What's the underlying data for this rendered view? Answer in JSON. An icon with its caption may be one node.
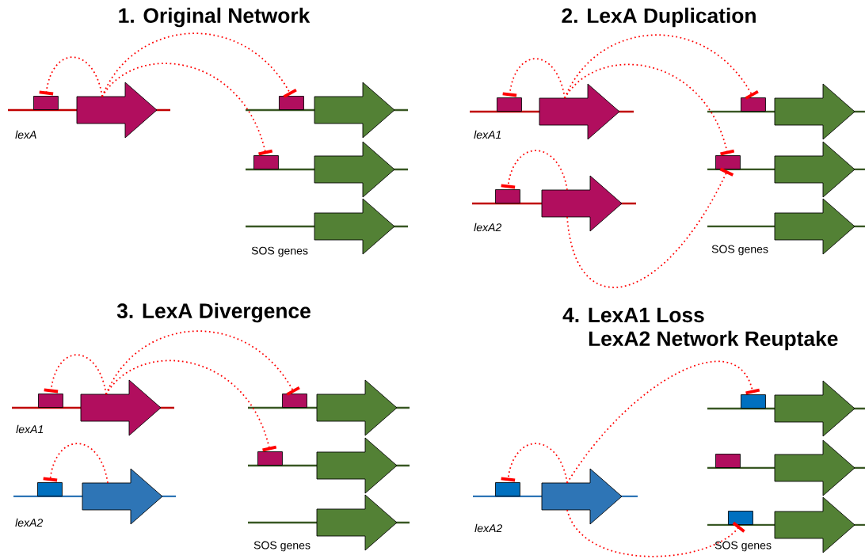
{
  "diagram": {
    "nodes": [
      {
        "text": [],
        "shape": "box"
      },
      {
        "text": [],
        "shape": "arrow"
      },
      {
        "text": [],
        "shape": "box"
      },
      {
        "text": [],
        "shape": "arrow"
      },
      {
        "text": [],
        "shape": "box"
      },
      {
        "text": [],
        "shape": "arrow"
      },
      {
        "text": [],
        "shape": "arrow"
      },
      {
        "text": [],
        "shape": "box"
      },
      {
        "text": [],
        "shape": "arrow"
      },
      {
        "text": [],
        "shape": "box"
      },
      {
        "text": [],
        "shape": "arrow"
      },
      {
        "text": [],
        "shape": "box"
      },
      {
        "text": [],
        "shape": "arrow"
      },
      {
        "text": [],
        "shape": "box"
      },
      {
        "text": [],
        "shape": "arrow"
      },
      {
        "text": [],
        "shape": "arrow"
      },
      {
        "text": [],
        "shape": "box"
      },
      {
        "text": [],
        "shape": "arrow"
      },
      {
        "text": [],
        "shape": "box"
      },
      {
        "text": [],
        "shape": "arrow"
      },
      {
        "text": [],
        "shape": "box"
      },
      {
        "text": [],
        "shape": "arrow"
      },
      {
        "text": [],
        "shape": "box"
      },
      {
        "text": [],
        "shape": "arrow"
      },
      {
        "text": [],
        "shape": "arrow"
      },
      {
        "text": [],
        "shape": "box"
      },
      {
        "text": [],
        "shape": "arrow"
      },
      {
        "text": [],
        "shape": "box"
      },
      {
        "text": [],
        "shape": "arrow"
      },
      {
        "text": [],
        "shape": "box"
      },
      {
        "text": [],
        "shape": "arrow"
      },
      {
        "text": [],
        "shape": "box"
      },
      {
        "text": [],
        "shape": "arrow"
      }
    ],
    "edges": [
      {
        "from": 1,
        "to": 0,
        "arrow": "other"
      },
      {
        "from": 1,
        "to": 2,
        "arrow": "other"
      },
      {
        "from": 1,
        "to": 4,
        "arrow": "other"
      },
      {
        "from": 8,
        "to": 7,
        "arrow": "other"
      },
      {
        "from": 8,
        "to": 11,
        "arrow": "other"
      },
      {
        "from": 8,
        "to": 13,
        "arrow": "other"
      },
      {
        "from": 10,
        "to": 9,
        "arrow": "other"
      },
      {
        "from": 10,
        "to": 13,
        "arrow": "other"
      },
      {
        "from": 17,
        "to": 16,
        "arrow": "other"
      },
      {
        "from": 17,
        "to": 20,
        "arrow": "other"
      },
      {
        "from": 17,
        "to": 22,
        "arrow": "other"
      },
      {
        "from": 19,
        "to": 18,
        "arrow": "other"
      },
      {
        "from": 26,
        "to": 25,
        "arrow": "other"
      },
      {
        "from": 26,
        "to": 27,
        "arrow": "other"
      },
      {
        "from": 26,
        "to": 31,
        "arrow": "other"
      }
    ],
    "labels": [
      "1. Original Network",
      "lexA",
      "SOS genes",
      "2. LexA Duplication",
      "lexA1",
      "lexA2",
      "SOS genes",
      "3. LexA Divergence",
      "lexA1",
      "lexA2",
      "SOS genes",
      "4. LexA1 Loss",
      "LexA2 Network Reuptake",
      "lexA2",
      "SOS genes"
    ]
  }
}
